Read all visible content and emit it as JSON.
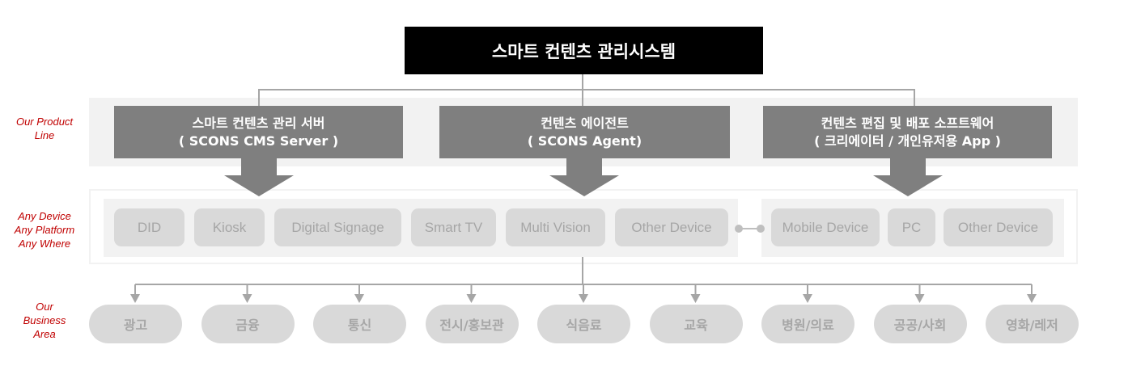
{
  "title": "스마트 컨텐츠 관리시스템",
  "side_labels": {
    "product_line": [
      "Our Product",
      "Line"
    ],
    "platform": [
      "Any Device",
      "Any Platform",
      "Any Where"
    ],
    "business": [
      "Our",
      "Business",
      "Area"
    ]
  },
  "products": [
    {
      "name": "스마트 컨텐츠 관리 서버",
      "sub": "( SCONS CMS Server )"
    },
    {
      "name": "컨텐츠 에이전트",
      "sub": "( SCONS Agent)"
    },
    {
      "name": "컨텐츠 편집 및 배포 소프트웨어",
      "sub": "( 크리에이터 / 개인유저용 App )"
    }
  ],
  "devices_left": [
    "DID",
    "Kiosk",
    "Digital Signage",
    "Smart TV",
    "Multi Vision",
    "Other Device"
  ],
  "devices_right": [
    "Mobile Device",
    "PC",
    "Other Device"
  ],
  "business_areas": [
    "광고",
    "금융",
    "통신",
    "전시/홍보관",
    "식음료",
    "교육",
    "병원/의료",
    "공공/사회",
    "영화/레저"
  ],
  "colors": {
    "accent": "#c00000",
    "title_bg": "#000000",
    "product_bg": "#7f7f7f",
    "pill_bg": "#d9d9d9",
    "pill_text": "#a6a6a6",
    "band": "#f2f2f2"
  }
}
